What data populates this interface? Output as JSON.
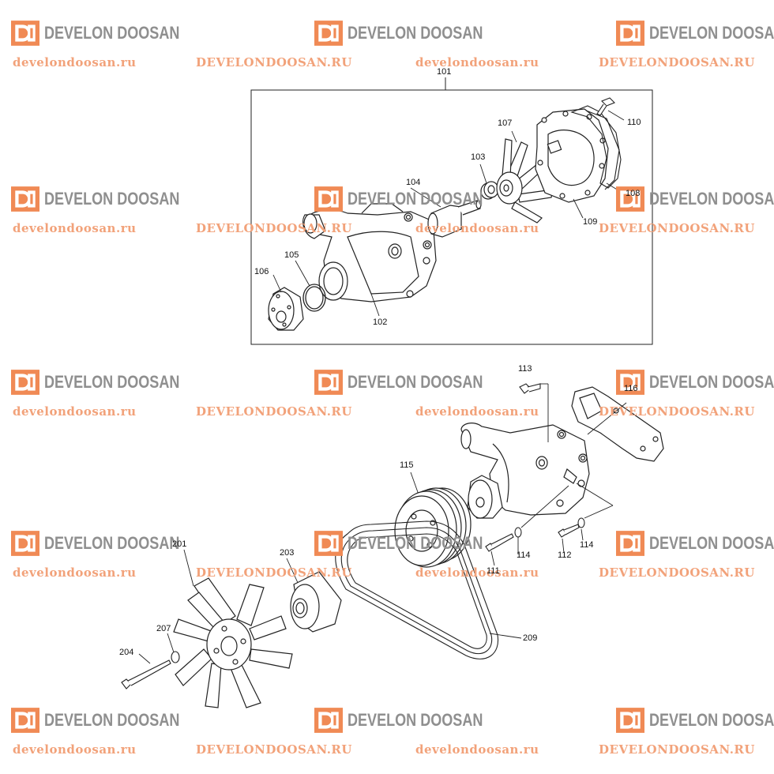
{
  "watermark": {
    "brand": "DEVELON DOOSAN",
    "url_lower": "develondoosan.ru",
    "url_upper": "DEVELONDOOSAN.RU",
    "brand_color": "#8f8f8f",
    "logo_color": "#f08a55",
    "url_color": "#f2a27a"
  },
  "callouts": {
    "c101": "101",
    "c102": "102",
    "c103": "103",
    "c104": "104",
    "c105": "105",
    "c106": "106",
    "c107": "107",
    "c108": "108",
    "c109": "109",
    "c110": "110",
    "c111": "111",
    "c112": "112",
    "c113": "113",
    "c114a": "114",
    "c114b": "114",
    "c115": "115",
    "c116": "116",
    "c201": "201",
    "c203": "203",
    "c204": "204",
    "c207": "207",
    "c209": "209"
  }
}
